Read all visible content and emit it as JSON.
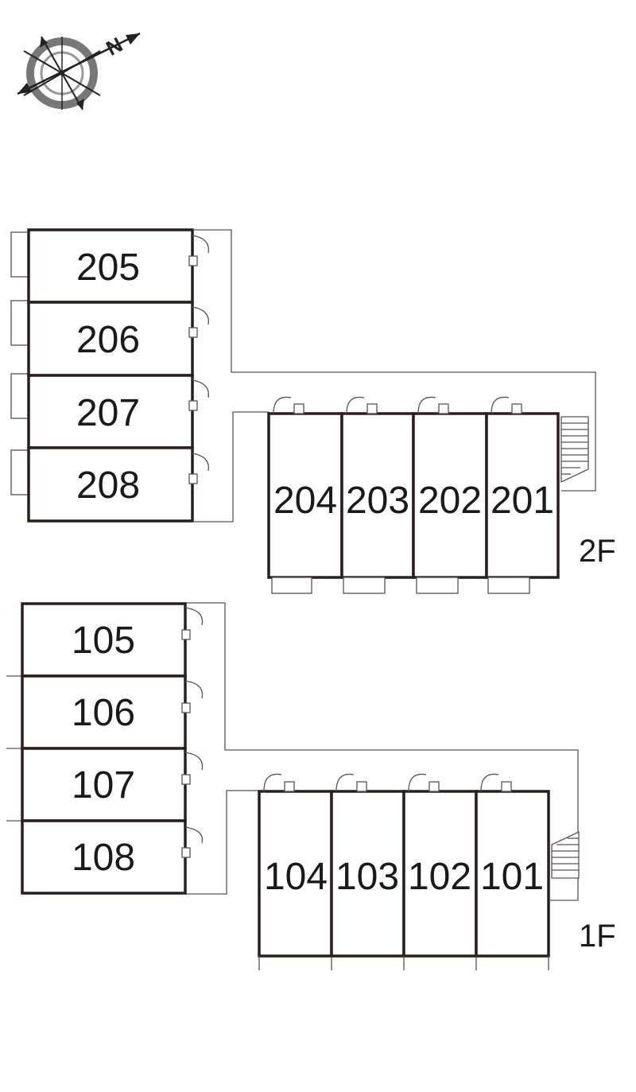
{
  "compass": {
    "label": "N",
    "icon": "north-arrow-compass-icon"
  },
  "floors": [
    {
      "id": "2F",
      "label": "2F",
      "west_units": [
        "205",
        "206",
        "207",
        "208"
      ],
      "east_units": [
        "204",
        "203",
        "202",
        "201"
      ]
    },
    {
      "id": "1F",
      "label": "1F",
      "west_units": [
        "105",
        "106",
        "107",
        "108"
      ],
      "east_units": [
        "104",
        "103",
        "102",
        "101"
      ]
    }
  ]
}
